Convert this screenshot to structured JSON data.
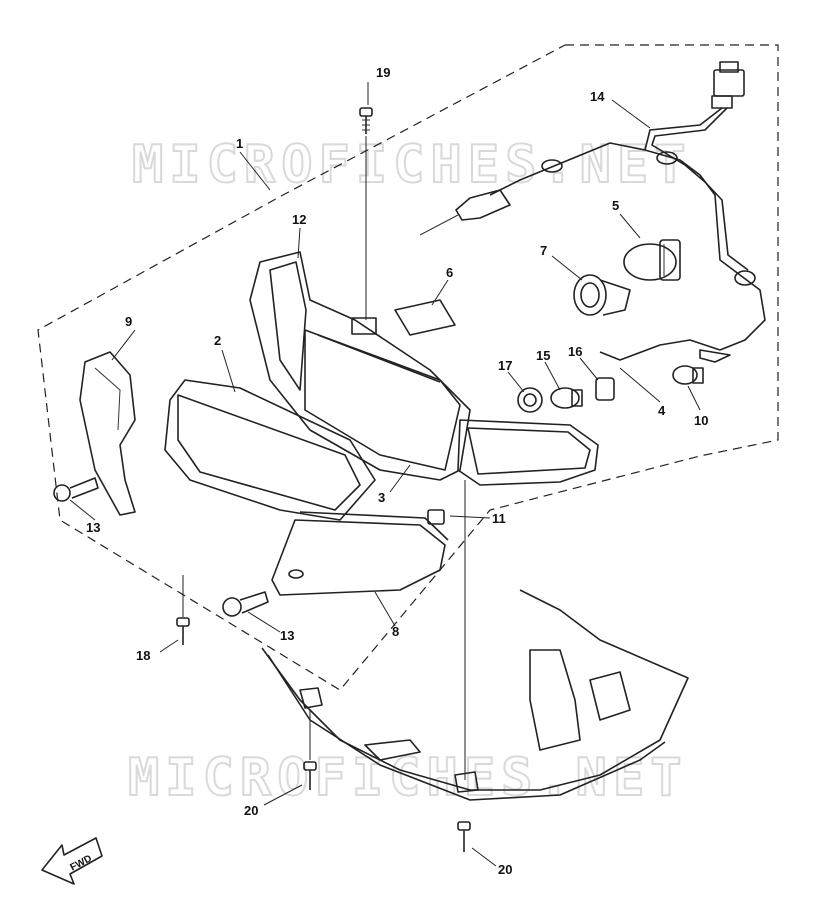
{
  "watermark": "MICROFICHES.NET",
  "fwd_label": "FWD",
  "callouts": [
    {
      "id": "c1",
      "label": "1"
    },
    {
      "id": "c2",
      "label": "2"
    },
    {
      "id": "c3",
      "label": "3"
    },
    {
      "id": "c4",
      "label": "4"
    },
    {
      "id": "c5",
      "label": "5"
    },
    {
      "id": "c6",
      "label": "6"
    },
    {
      "id": "c7",
      "label": "7"
    },
    {
      "id": "c8",
      "label": "8"
    },
    {
      "id": "c9",
      "label": "9"
    },
    {
      "id": "c10",
      "label": "10"
    },
    {
      "id": "c11",
      "label": "11"
    },
    {
      "id": "c12",
      "label": "12"
    },
    {
      "id": "c13a",
      "label": "13"
    },
    {
      "id": "c13b",
      "label": "13"
    },
    {
      "id": "c14",
      "label": "14"
    },
    {
      "id": "c15",
      "label": "15"
    },
    {
      "id": "c16",
      "label": "16"
    },
    {
      "id": "c17",
      "label": "17"
    },
    {
      "id": "c18",
      "label": "18"
    },
    {
      "id": "c19",
      "label": "19"
    },
    {
      "id": "c20a",
      "label": "20"
    },
    {
      "id": "c20b",
      "label": "20"
    }
  ]
}
